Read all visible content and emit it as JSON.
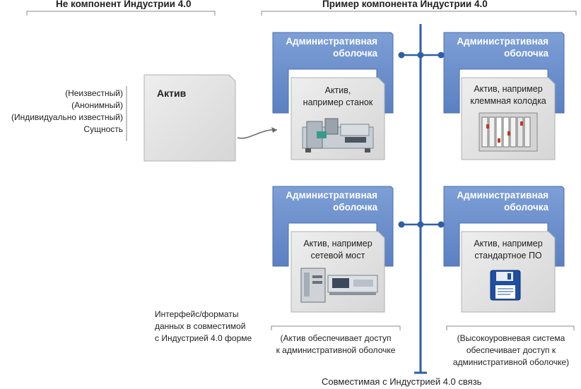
{
  "headers": {
    "left": "Не компонент Индустрии 4.0",
    "right": "Пример компонента Индустрии 4.0"
  },
  "identity_list": [
    "(Неизвестный)",
    "(Анонимный)",
    "(Индивидуально известный)",
    "Сущность"
  ],
  "plain_asset_label": "Актив",
  "shell_label_line1": "Административная",
  "shell_label_line2": "оболочка",
  "components": [
    {
      "asset_line1": "Актив,",
      "asset_line2": "например станок",
      "image": "machine-tool"
    },
    {
      "asset_line1": "Актив, например",
      "asset_line2": "клеммная колодка",
      "image": "terminal-block"
    },
    {
      "asset_line1": "Актив, например",
      "asset_line2": "сетевой мост",
      "image": "network-bridge"
    },
    {
      "asset_line1": "Актив, например",
      "asset_line2": "стандартное ПО",
      "image": "floppy-disk"
    }
  ],
  "interface_note": [
    "Интерфейс/форматы",
    "данных в совместимой",
    "с Индустрией 4.0 форме"
  ],
  "note_left": [
    "(Актив обеспечивает доступ",
    "к административной оболочке"
  ],
  "note_right": [
    "(Высокоуровневая система",
    "обеспечивает доступ к",
    "административной оболочке)"
  ],
  "bus_label": "Совместимая с Индустрией 4.0 связь",
  "colors": {
    "shell": "#6a8fcb",
    "shell_dark": "#4a6fb0",
    "bus": "#2f5ea8",
    "asset_box": "#e6e6e6"
  }
}
